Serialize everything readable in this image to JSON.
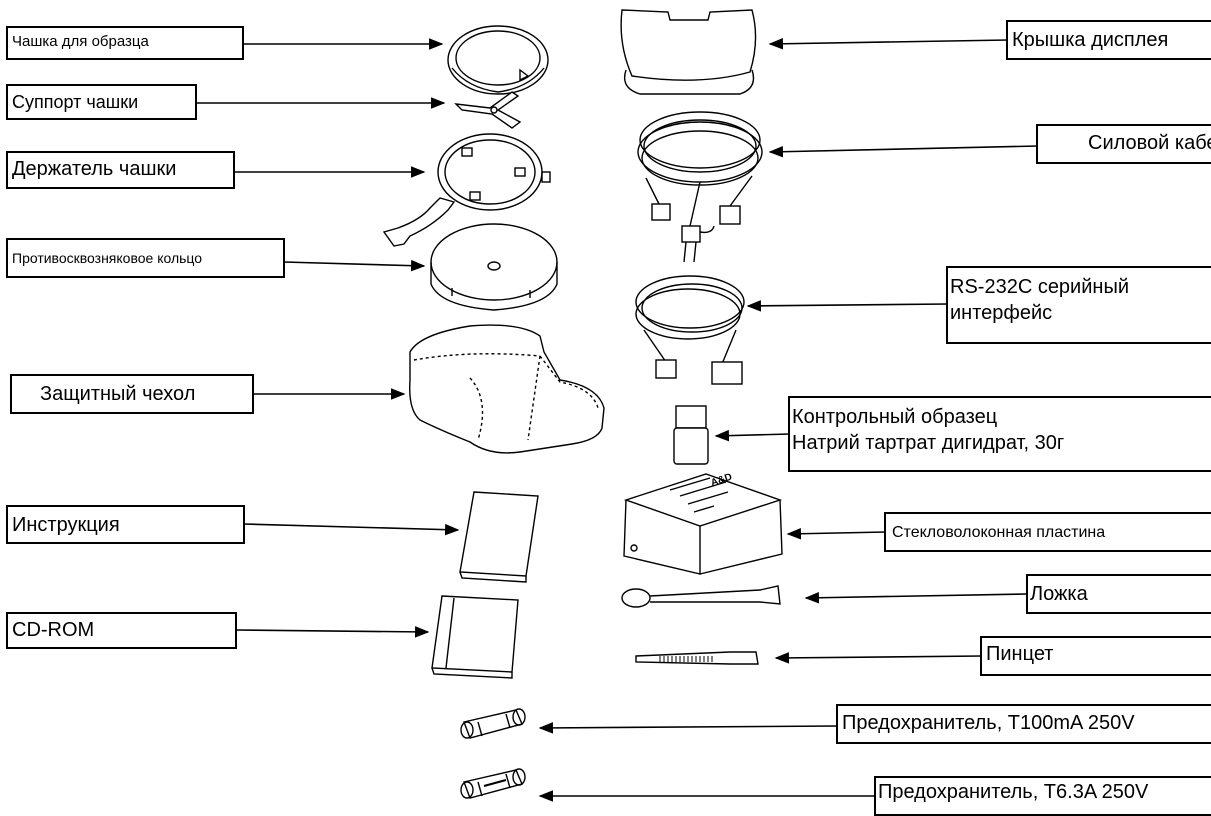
{
  "labels": {
    "sample_pan": "Чашка для образца",
    "pan_support": "Суппорт чашки",
    "pan_handle": "Держатель чашки",
    "breeze_ring": "Противосквозняковое кольцо",
    "dust_cover": "Защитный чехол",
    "manual": "Инструкция",
    "cd_rom": "CD-ROM",
    "display_cover": "Крышка дисплея",
    "power_cord": "Силовой кабель",
    "rs232_line1": "RS-232C серийный",
    "rs232_line2": "интерфейс",
    "reference_line1": "Контрольный образец",
    "reference_line2": "Натрий тартрат дигидрат, 30г",
    "glass_fiber": "Стекловолоконная пластина",
    "spoon": "Ложка",
    "tweezers": "Пинцет",
    "fuse_small": "Предохранитель, T100mA 250V",
    "fuse_large": "Предохранитель, T6.3A 250V"
  },
  "box_print": {
    "brand": "A&D"
  }
}
